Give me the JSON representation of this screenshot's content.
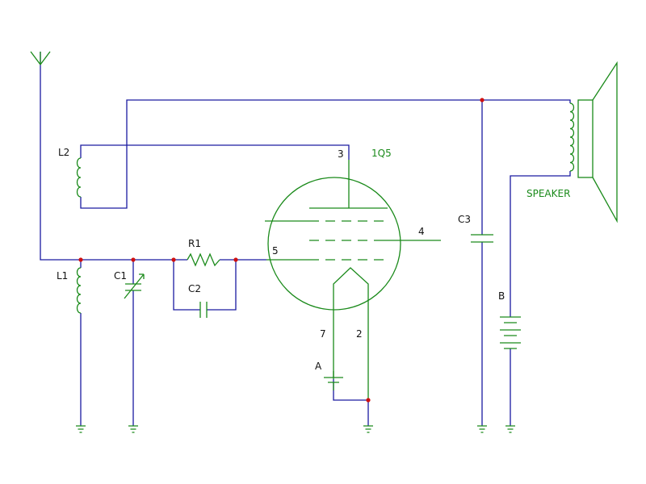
{
  "colors": {
    "wire": "#1a1aa0",
    "component": "#1a8a1a",
    "node": "#d01010",
    "label": "#111111",
    "background": "#ffffff"
  },
  "components": {
    "antenna": {
      "icon": "antenna-icon"
    },
    "l1": {
      "label": "L1",
      "icon": "inductor-icon"
    },
    "l2": {
      "label": "L2",
      "icon": "inductor-icon"
    },
    "c1": {
      "label": "C1",
      "icon": "variable-capacitor-icon"
    },
    "c2": {
      "label": "C2",
      "icon": "capacitor-icon"
    },
    "c3": {
      "label": "C3",
      "icon": "capacitor-icon"
    },
    "r1": {
      "label": "R1",
      "icon": "resistor-icon"
    },
    "battery_a": {
      "label": "A",
      "icon": "battery-icon"
    },
    "battery_b": {
      "label": "B",
      "icon": "battery-icon"
    },
    "speaker": {
      "label": "SPEAKER",
      "icon": "speaker-icon"
    },
    "tube": {
      "label": "1Q5",
      "icon": "vacuum-tube-icon",
      "pins": {
        "plate": "3",
        "grid": "5",
        "screen": "4",
        "filament_a": "7",
        "filament_b": "2"
      }
    }
  }
}
